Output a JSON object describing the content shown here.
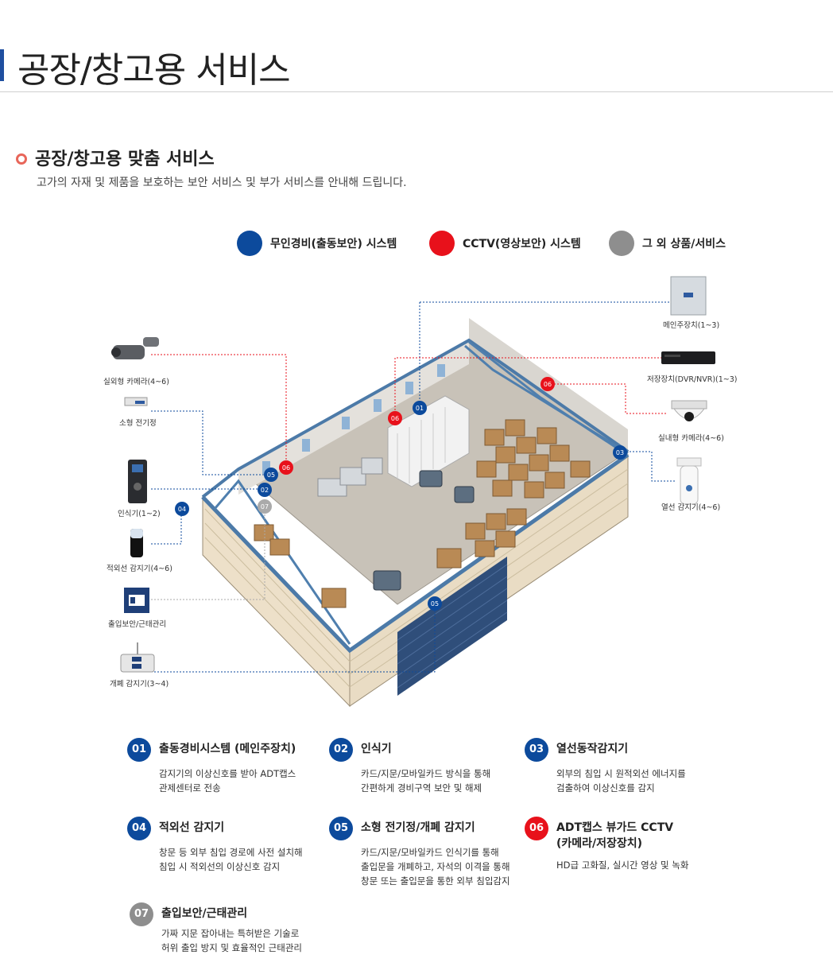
{
  "header": {
    "title": "공장/창고용 서비스"
  },
  "section": {
    "title": "공장/창고용 맞춤 서비스",
    "subtitle": "고가의 자재 및 제품을 보호하는 보안 서비스 및 부가 서비스를 안내해 드립니다."
  },
  "legend": [
    {
      "label": "무인경비(출동보안) 시스템",
      "color": "#0c4a9c"
    },
    {
      "label": "CCTV(영상보안) 시스템",
      "color": "#e8111b"
    },
    {
      "label": "그 외 상품/서비스",
      "color": "#8e8e8e"
    }
  ],
  "devices": {
    "outdoor_camera": "실외형 카메라(4~6)",
    "small_lock": "소형 전기정",
    "recognizer": "인식기(1~2)",
    "ir_sensor": "적외선 감지기(4~6)",
    "access_mgmt": "출입보안/근태관리",
    "door_sensor": "개폐 감지기(3~4)",
    "main_unit": "메인주장치(1~3)",
    "storage_unit": "저장장치(DVR/NVR)(1~3)",
    "indoor_camera": "실내형 카메라(4~6)",
    "heat_sensor": "열선 감지기(4~6)"
  },
  "markers": {
    "m01": "01",
    "m02": "02",
    "m03": "03",
    "m04": "04",
    "m05a": "05",
    "m05b": "05",
    "m06a": "06",
    "m06b": "06",
    "m06c": "06",
    "m07": "07"
  },
  "features": [
    {
      "num": "01",
      "title": "출동경비시스템 (메인주장치)",
      "desc": [
        "감지기의 이상신호를 받아 ADT캡스",
        "관제센터로 전송"
      ],
      "color": "blue"
    },
    {
      "num": "02",
      "title": "인식기",
      "desc": [
        "카드/지문/모바일카드 방식을 통해",
        "간편하게 경비구역 보안 및 해제"
      ],
      "color": "blue"
    },
    {
      "num": "03",
      "title": "열선동작감지기",
      "desc": [
        "외부의 침입 시 원적외선 에너지를",
        "검출하여 이상신호를 감지"
      ],
      "color": "blue"
    },
    {
      "num": "04",
      "title": "적외선 감지기",
      "desc": [
        "창문 등 외부 침입 경로에 사전 설치해",
        "침입 시 적외선의 이상신호 감지"
      ],
      "color": "blue"
    },
    {
      "num": "05",
      "title": "소형 전기정/개폐 감지기",
      "desc": [
        "카드/지문/모바일카드 인식기를 통해",
        "출입문을 개폐하고, 자석의 이격을 통해",
        "창문 또는 출입문을 통한 외부 침입감지"
      ],
      "color": "blue"
    },
    {
      "num": "06",
      "title": "ADT캡스 뷰가드 CCTV",
      "title2": "(카메라/저장장치)",
      "desc": [
        "HD급 고화질, 실시간 영상 및 녹화"
      ],
      "color": "red"
    },
    {
      "num": "07",
      "title": "출입보안/근태관리",
      "desc": [
        "가짜 지문 잡아내는 특허받은 기술로",
        "허위 출입 방지 및 효율적인 근태관리"
      ],
      "color": "gray"
    }
  ]
}
